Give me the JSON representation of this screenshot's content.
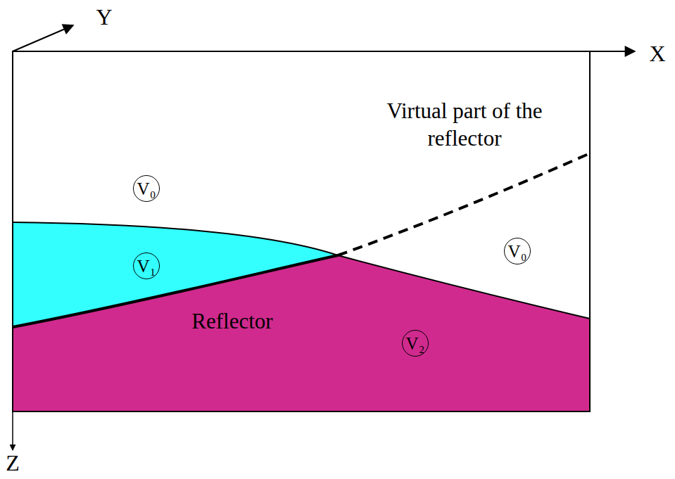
{
  "diagram": {
    "nodes": [
      {
        "text": [
          "V₀"
        ]
      },
      {
        "text": [
          "V₁"
        ]
      },
      {
        "text": [
          "V₀"
        ]
      },
      {
        "text": [
          "V₂"
        ]
      }
    ],
    "labels": [
      "Y",
      "X",
      "Z",
      "Virtual part of the reflector",
      "Reflector"
    ]
  }
}
